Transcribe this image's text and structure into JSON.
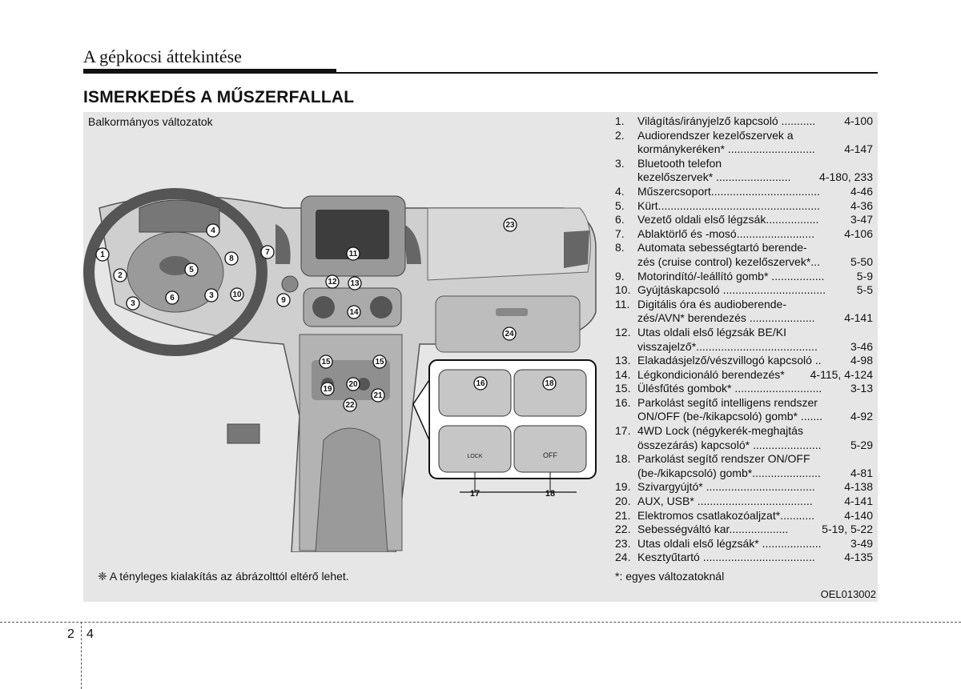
{
  "page": {
    "section_title": "A gépkocsi áttekintése",
    "heading": "ISMERKEDÉS A MŰSZERFALLAL",
    "page_number_left": "2",
    "page_number_right": "4"
  },
  "figure": {
    "variant_label": "Balkormányos változatok",
    "note": "❈ A tényleges kialakítás az ábrázolttól eltérő lehet.",
    "footnote": "*: egyes változatoknál",
    "image_code": "OEL013002",
    "callouts": [
      "1",
      "2",
      "3",
      "4",
      "5",
      "6",
      "3",
      "8",
      "7",
      "10",
      "9",
      "11",
      "12",
      "13",
      "14",
      "15",
      "15",
      "19",
      "20",
      "21",
      "22",
      "23",
      "24",
      "16",
      "18",
      "17",
      "18"
    ],
    "panel_labels": {
      "lock": "LOCK",
      "off": "OFF"
    }
  },
  "legend": [
    {
      "num": "1.",
      "lines": [
        {
          "name": "Világítás/irányjelző kapcsoló ...........",
          "page": "4-100"
        }
      ]
    },
    {
      "num": "2.",
      "lines": [
        {
          "name": "Audiorendszer kezelőszervek a",
          "page": ""
        },
        {
          "name": "kormánykeréken* ............................",
          "page": "4-147"
        }
      ]
    },
    {
      "num": "3.",
      "lines": [
        {
          "name": "Bluetooth telefon",
          "page": ""
        },
        {
          "name": "kezelőszervek* ........................",
          "page": "4-180, 233"
        }
      ]
    },
    {
      "num": "4.",
      "lines": [
        {
          "name": "Műszercsoport...................................",
          "page": "4-46"
        }
      ]
    },
    {
      "num": "5.",
      "lines": [
        {
          "name": "Kürt....................................................",
          "page": "4-36"
        }
      ]
    },
    {
      "num": "6.",
      "lines": [
        {
          "name": "Vezető oldali első légzsák.................",
          "page": "3-47"
        }
      ]
    },
    {
      "num": "7.",
      "lines": [
        {
          "name": "Ablaktörlő és -mosó.........................",
          "page": "4-106"
        }
      ]
    },
    {
      "num": "8.",
      "lines": [
        {
          "name": "Automata sebességtartó berende-",
          "page": ""
        },
        {
          "name": "zés (cruise control) kezelőszervek*...",
          "page": "5-50"
        }
      ]
    },
    {
      "num": "9.",
      "lines": [
        {
          "name": "Motorindító/-leállító gomb* .................",
          "page": "5-9"
        }
      ]
    },
    {
      "num": "10.",
      "lines": [
        {
          "name": "Gyújtáskapcsoló .................................",
          "page": "5-5"
        }
      ]
    },
    {
      "num": "11.",
      "lines": [
        {
          "name": "Digitális óra és audioberende-",
          "page": ""
        },
        {
          "name": "zés/AVN* berendezés .....................",
          "page": "4-141"
        }
      ]
    },
    {
      "num": "12.",
      "lines": [
        {
          "name": "Utas oldali első légzsák BE/KI",
          "page": ""
        },
        {
          "name": "visszajelző*.......................................",
          "page": "3-46"
        }
      ]
    },
    {
      "num": "13.",
      "lines": [
        {
          "name": "Elakadásjelző/vészvillogó kapcsoló ..",
          "page": "4-98"
        }
      ]
    },
    {
      "num": "14.",
      "lines": [
        {
          "name": "Légkondicionáló berendezés*",
          "page": "4-115, 4-124"
        }
      ]
    },
    {
      "num": "15.",
      "lines": [
        {
          "name": "Ülésfűtés gombok* ............................",
          "page": "3-13"
        }
      ]
    },
    {
      "num": "16.",
      "lines": [
        {
          "name": "Parkolást segítő intelligens rendszer",
          "page": ""
        },
        {
          "name": "ON/OFF (be-/kikapcsoló) gomb* .......",
          "page": "4-92"
        }
      ]
    },
    {
      "num": "17.",
      "lines": [
        {
          "name": "4WD Lock (négykerék-meghajtás",
          "page": ""
        },
        {
          "name": "összezárás) kapcsoló* ......................",
          "page": "5-29"
        }
      ]
    },
    {
      "num": "18.",
      "lines": [
        {
          "name": "Parkolást segítő rendszer ON/OFF",
          "page": ""
        },
        {
          "name": "(be-/kikapcsoló) gomb*......................",
          "page": "4-81"
        }
      ]
    },
    {
      "num": "19.",
      "lines": [
        {
          "name": "Szivargyújtó* ...................................",
          "page": "4-138"
        }
      ]
    },
    {
      "num": "20.",
      "lines": [
        {
          "name": "AUX, USB* .....................................",
          "page": "4-141"
        }
      ]
    },
    {
      "num": "21.",
      "lines": [
        {
          "name": "Elektromos csatlakozóaljzat*...........",
          "page": "4-140"
        }
      ]
    },
    {
      "num": "22.",
      "lines": [
        {
          "name": "Sebességváltó kar...................",
          "page": "5-19, 5-22"
        }
      ]
    },
    {
      "num": "23.",
      "lines": [
        {
          "name": "Utas oldali első légzsák* ...................",
          "page": "3-49"
        }
      ]
    },
    {
      "num": "24.",
      "lines": [
        {
          "name": "Kesztyűtartó ....................................",
          "page": "4-135"
        }
      ]
    }
  ]
}
